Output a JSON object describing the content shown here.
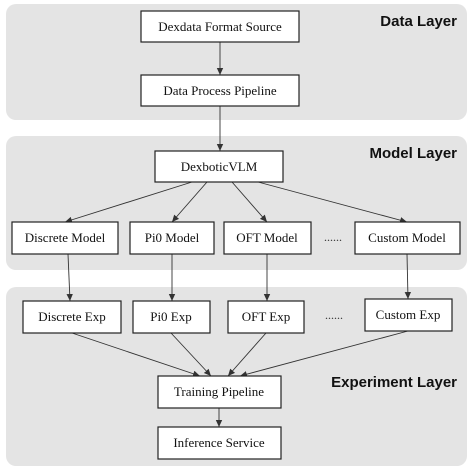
{
  "layers": {
    "data": "Data Layer",
    "model": "Model Layer",
    "experiment": "Experiment Layer"
  },
  "nodes": {
    "dexdata_source": "Dexdata Format Source",
    "data_process": "Data Process Pipeline",
    "dexbotic_vlm": "DexboticVLM",
    "discrete_model": "Discrete Model",
    "pi0_model": "Pi0 Model",
    "oft_model": "OFT Model",
    "custom_model": "Custom Model",
    "discrete_exp": "Discrete Exp",
    "pi0_exp": "Pi0 Exp",
    "oft_exp": "OFT Exp",
    "custom_exp": "Custom Exp",
    "training_pipeline": "Training Pipeline",
    "inference_service": "Inference Service"
  },
  "ellipsis": {
    "model_row": "......",
    "exp_row": "......"
  },
  "edges": [
    [
      "dexdata_source",
      "data_process"
    ],
    [
      "data_process",
      "dexbotic_vlm"
    ],
    [
      "dexbotic_vlm",
      "discrete_model"
    ],
    [
      "dexbotic_vlm",
      "pi0_model"
    ],
    [
      "dexbotic_vlm",
      "oft_model"
    ],
    [
      "dexbotic_vlm",
      "custom_model"
    ],
    [
      "discrete_model",
      "discrete_exp"
    ],
    [
      "pi0_model",
      "pi0_exp"
    ],
    [
      "oft_model",
      "oft_exp"
    ],
    [
      "custom_model",
      "custom_exp"
    ],
    [
      "discrete_exp",
      "training_pipeline"
    ],
    [
      "pi0_exp",
      "training_pipeline"
    ],
    [
      "oft_exp",
      "training_pipeline"
    ],
    [
      "custom_exp",
      "training_pipeline"
    ],
    [
      "training_pipeline",
      "inference_service"
    ]
  ]
}
